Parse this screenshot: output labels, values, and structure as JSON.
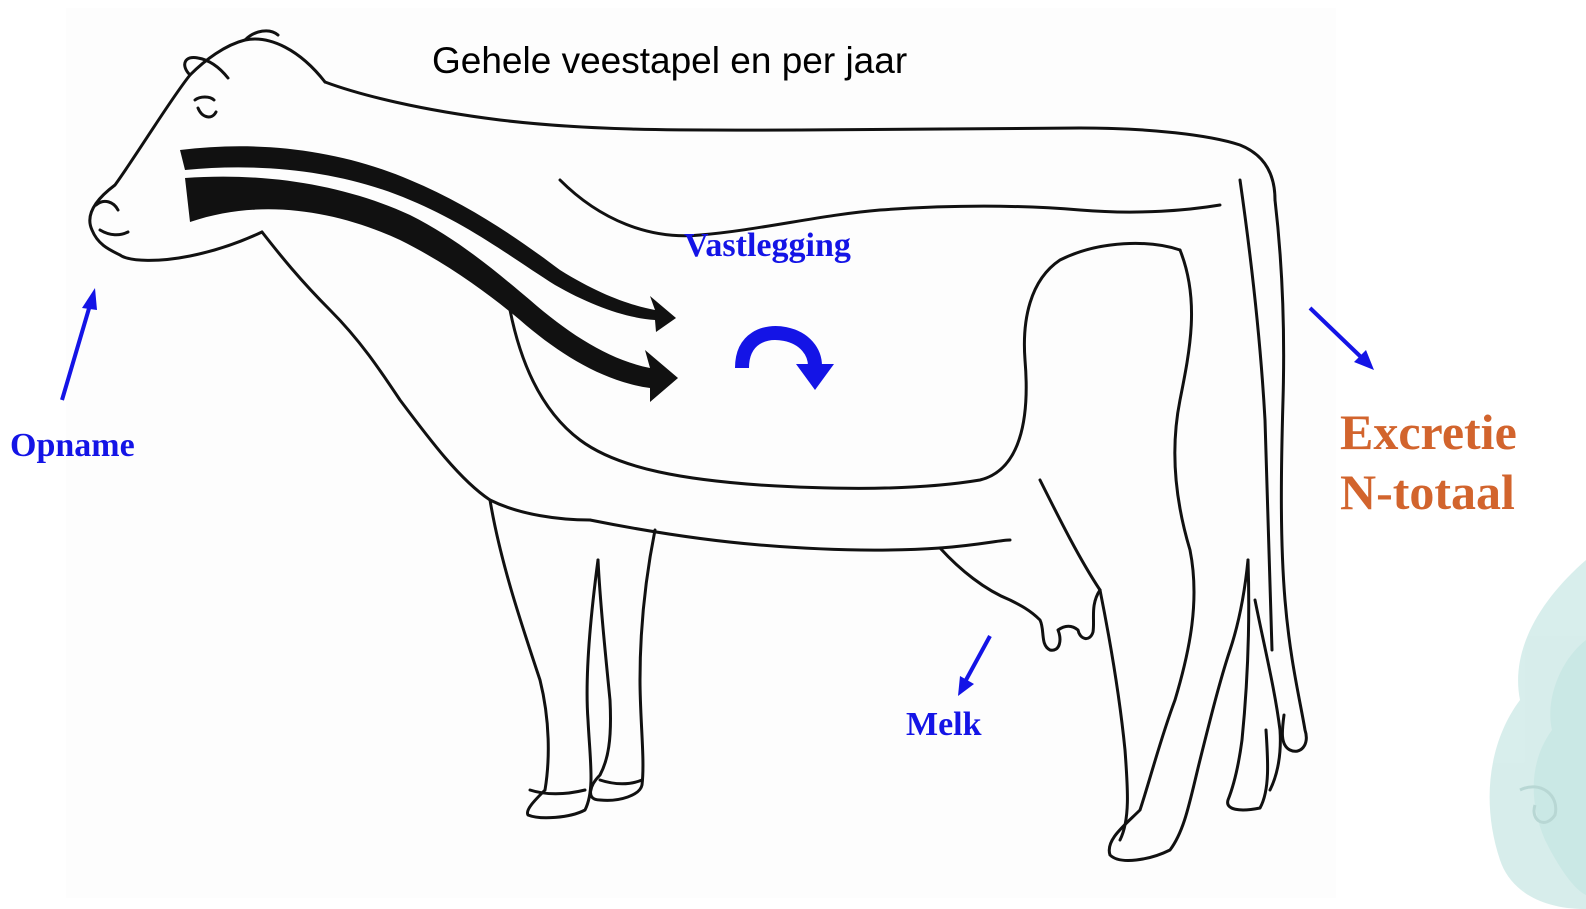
{
  "title": "Gehele veestapel en per jaar",
  "labels": {
    "opname": "Opname",
    "vastlegging": "Vastlegging",
    "melk": "Melk",
    "excretie_line1": "Excretie",
    "excretie_line2": "N-totaal"
  },
  "colors": {
    "label_blue": "#1414e6",
    "excretie_orange": "#d2642d",
    "outline": "#111111",
    "watermark": "#b8e0dc"
  },
  "icons": {
    "curved_arrow": "clockwise-curved-arrow-icon",
    "cow": "cow-outline-illustration"
  }
}
